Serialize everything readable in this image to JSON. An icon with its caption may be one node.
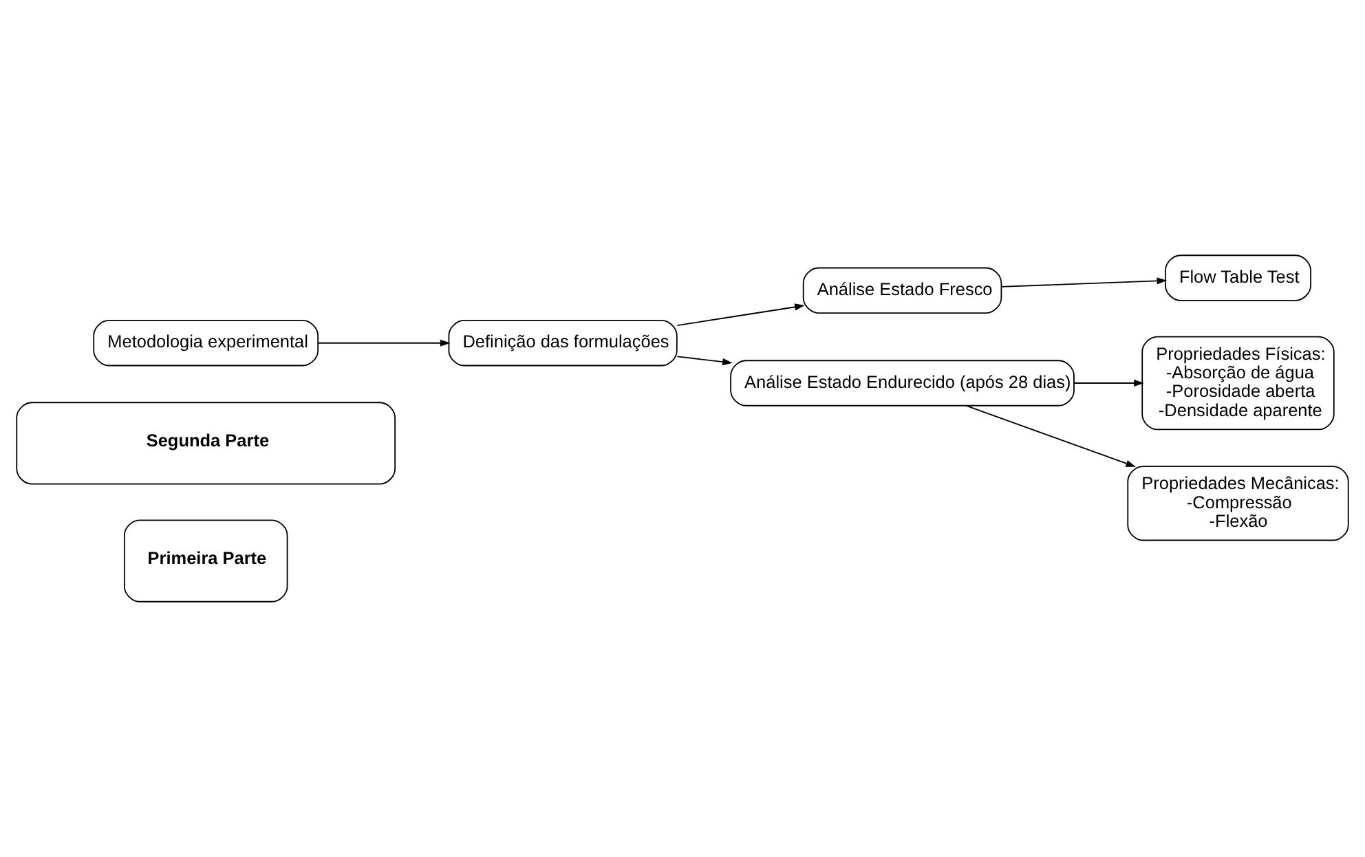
{
  "diagram": {
    "nodes": [
      {
        "text": [
          "Primeira Parte"
        ]
      },
      {
        "text": [
          "Segunda Parte"
        ]
      },
      {
        "text": [
          "Metodologia experimental"
        ]
      },
      {
        "text": [
          "Definição das formulações"
        ]
      },
      {
        "text": [
          "Análise Estado Fresco"
        ]
      },
      {
        "text": [
          "Flow Table Test"
        ]
      },
      {
        "text": [
          "Análise Estado Endurecido (após 28 dias)"
        ]
      },
      {
        "text": [
          "Propriedades Físicas:",
          "-Absorção de água",
          "-Porosidade aberta",
          "-Densidade aparente"
        ]
      },
      {
        "text": [
          "Propriedades Mecânicas:",
          "-Compressão",
          "-Flexão"
        ]
      }
    ],
    "edges": [
      {
        "from": 2,
        "to": 3,
        "arrow": "to"
      },
      {
        "from": 3,
        "to": 4,
        "arrow": "to"
      },
      {
        "from": 3,
        "to": 6,
        "arrow": "to"
      },
      {
        "from": 4,
        "to": 5,
        "arrow": "to"
      },
      {
        "from": 6,
        "to": 7,
        "arrow": "to"
      },
      {
        "from": 6,
        "to": 8,
        "arrow": "to"
      }
    ]
  }
}
